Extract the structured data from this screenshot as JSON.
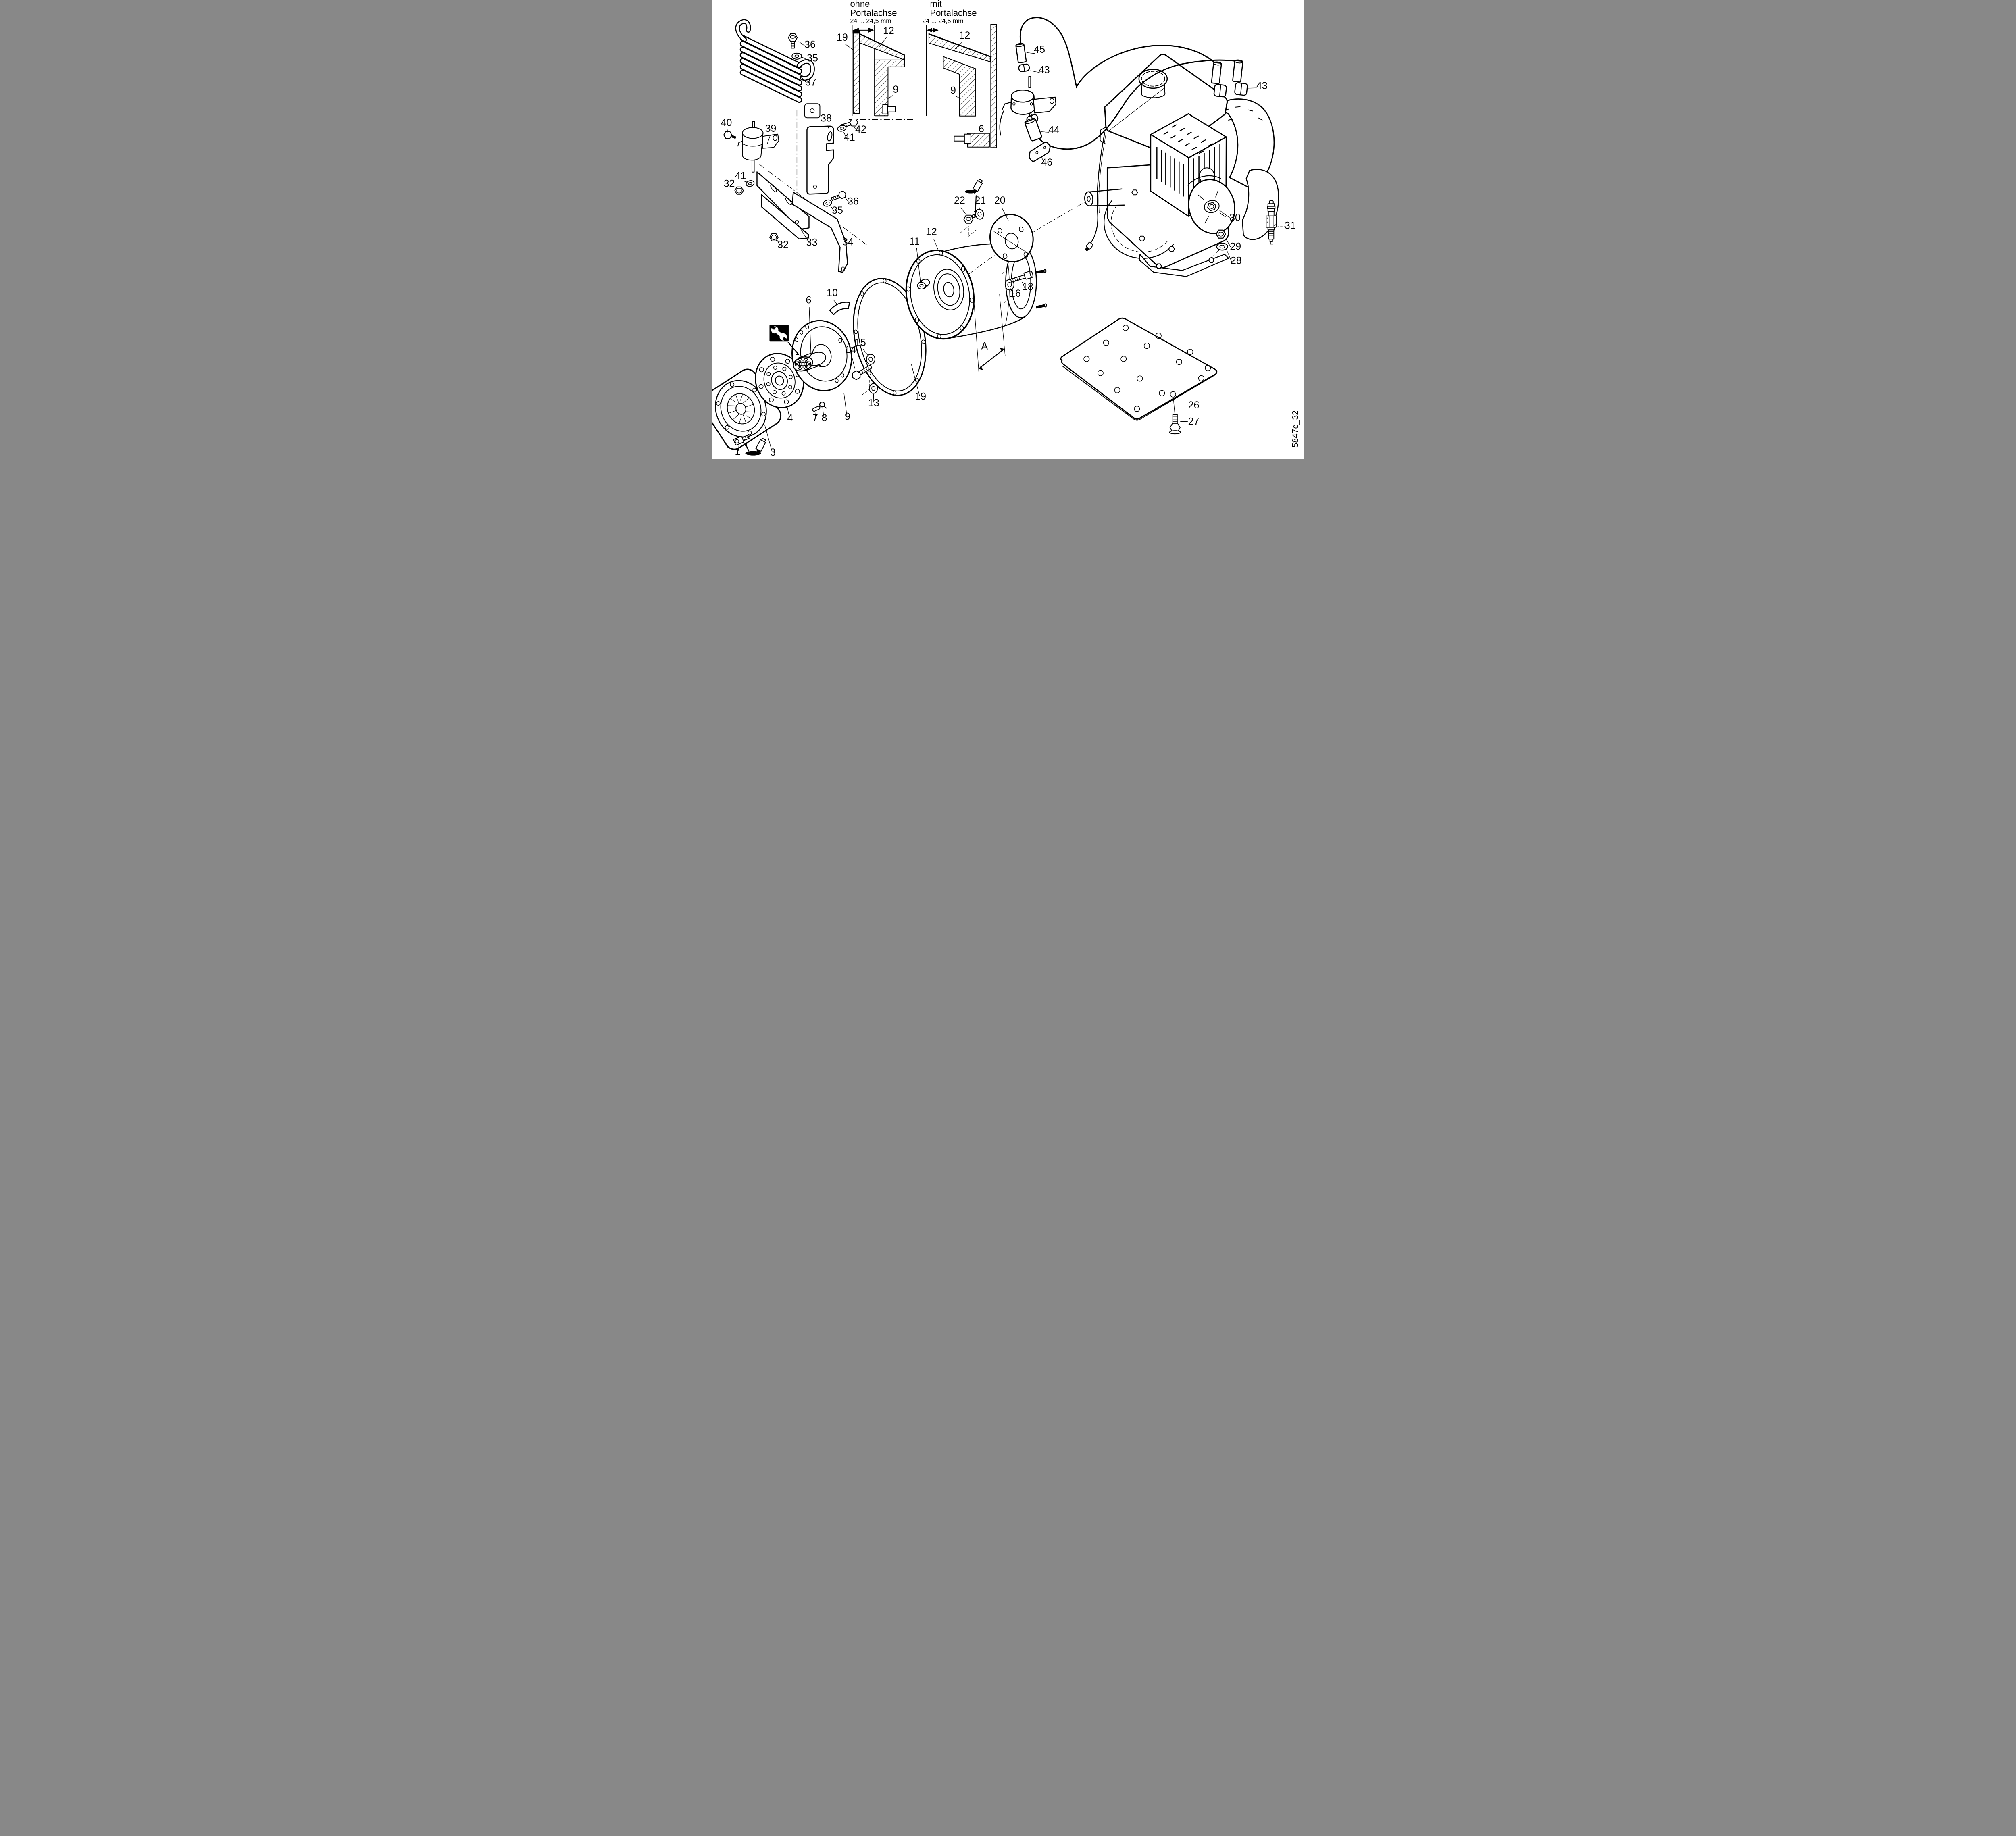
{
  "diagram": {
    "code": "5847c_32",
    "dim_a": "A",
    "insets": {
      "left": {
        "line1": "ohne",
        "line2": "Portalachse",
        "dim": "24 ... 24,5 mm"
      },
      "right": {
        "line1": "mit",
        "line2": "Portalachse",
        "dim": "24 ... 24,5 mm"
      }
    },
    "callouts": {
      "c1": "1",
      "c3": "3",
      "c4": "4",
      "c6": "6",
      "c6_inset": "6",
      "c7": "7",
      "c8": "8",
      "c9": "9",
      "c9_inset_left": "9",
      "c9_inset_right": "9",
      "c10": "10",
      "c11": "11",
      "c12": "12",
      "c12_inset_left": "12",
      "c12_inset_right": "12",
      "c13": "13",
      "c14": "14",
      "c15": "15",
      "c16": "16",
      "c18": "18",
      "c19": "19",
      "c19_inset": "19",
      "c20": "20",
      "c21": "21",
      "c22": "22",
      "c26": "26",
      "c27": "27",
      "c28": "28",
      "c29": "29",
      "c30": "30",
      "c31": "31",
      "c32_left": "32",
      "c32_bottom": "32",
      "c33": "33",
      "c34": "34",
      "c35_cooler": "35",
      "c35_bracket": "35",
      "c36_cooler": "36",
      "c36_bracket": "36",
      "c37": "37",
      "c38": "38",
      "c39": "39",
      "c40": "40",
      "c41_top": "41",
      "c41_left": "41",
      "c42": "42",
      "c43_pump": "43",
      "c43_tank": "43",
      "c44": "44",
      "c45": "45",
      "c46": "46"
    }
  }
}
